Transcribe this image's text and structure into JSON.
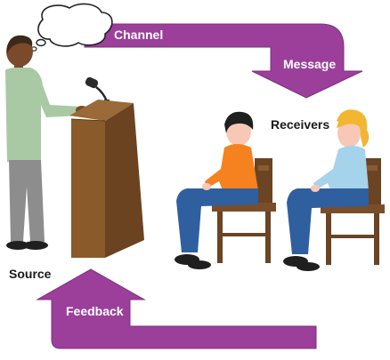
{
  "diagram": {
    "labels": {
      "channel": "Channel",
      "message": "Message",
      "receivers": "Receivers",
      "source": "Source",
      "feedback": "Feedback"
    },
    "colors": {
      "arrow": "#9b3f9b",
      "arrow_edge": "#7c2f7c",
      "podium": "#8a5a2b",
      "podium_shadow": "#6b4320",
      "speaker_shirt": "#a9c9a4",
      "speaker_pants": "#8d8d8d",
      "receiver1_shirt": "#f5821f",
      "receiver2_shirt": "#a6d3ec",
      "pants_blue": "#2f5f9e",
      "chair": "#6b4423",
      "skin_dark": "#7a4a2a",
      "skin_light": "#f7c8b5",
      "hair_blonde": "#f2b632"
    },
    "icons": {
      "speech_bubble": "speech-bubble-icon",
      "microphone": "microphone-icon"
    }
  }
}
